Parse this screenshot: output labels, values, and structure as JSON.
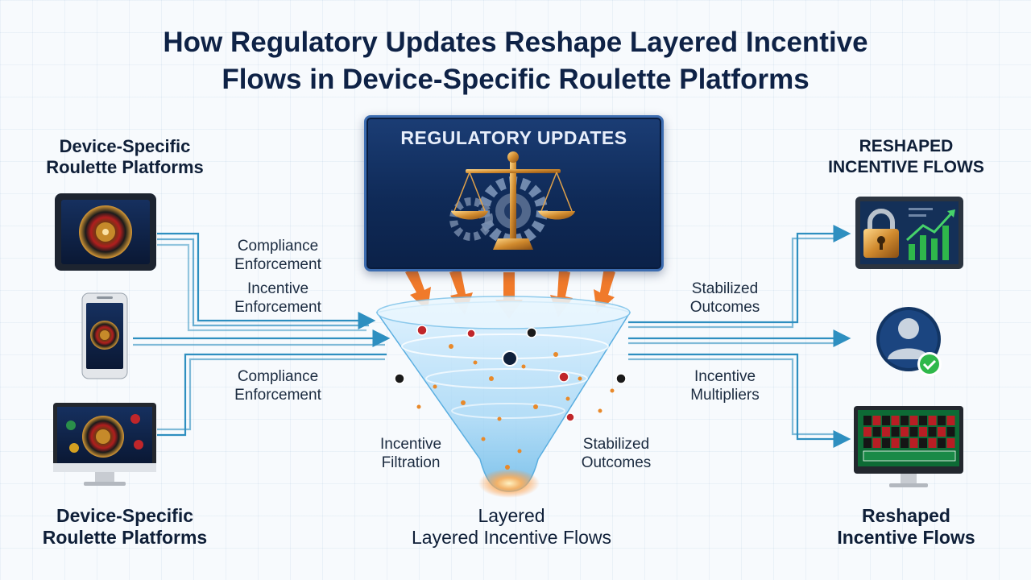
{
  "title": {
    "line1": "How Regulatory Updates Reshape Layered Incentive",
    "line2": "Flows in Device-Specific Roulette Platforms"
  },
  "left_top_heading": {
    "line1": "Device-Specific",
    "line2": "Roulette Platforms"
  },
  "left_bottom_heading": {
    "line1": "Device-Specific",
    "line2": "Roulette Platforms"
  },
  "right_top_heading": {
    "line1": "RESHAPED",
    "line2": "INCENTIVE FLOWS"
  },
  "right_bottom_heading": {
    "line1": "Reshaped",
    "line2": "Incentive Flows"
  },
  "regulatory_box": {
    "title": "REGULATORY UPDATES"
  },
  "center_bottom": {
    "line1": "Layered",
    "line2": "Layered Incentive Flows"
  },
  "left_labels": [
    {
      "line1": "Compliance",
      "line2": "Enforcement"
    },
    {
      "line1": "Incentive",
      "line2": "Enforcement"
    },
    {
      "line1": "Compliance",
      "line2": "Enforcement"
    }
  ],
  "funnel_labels": [
    {
      "line1": "Incentive",
      "line2": "Filtration"
    },
    {
      "line1": "Stabilized",
      "line2": "Outcomes"
    }
  ],
  "right_labels": [
    {
      "line1": "Stabilized",
      "line2": "Outcomes"
    },
    {
      "line1": "Incentive",
      "line2": "Multipliers"
    }
  ],
  "icons": {
    "devices": [
      "tablet-roulette-icon",
      "phone-roulette-icon",
      "monitor-roulette-icon"
    ],
    "outputs": [
      "lock-chart-icon",
      "verified-user-icon",
      "roulette-table-monitor-icon"
    ],
    "center": "scales-gear-icon"
  },
  "colors": {
    "flow_line": "#2e8fc0",
    "down_arrow": "#f07a2a",
    "navy": "#0e2246",
    "check": "#2fb84b"
  }
}
